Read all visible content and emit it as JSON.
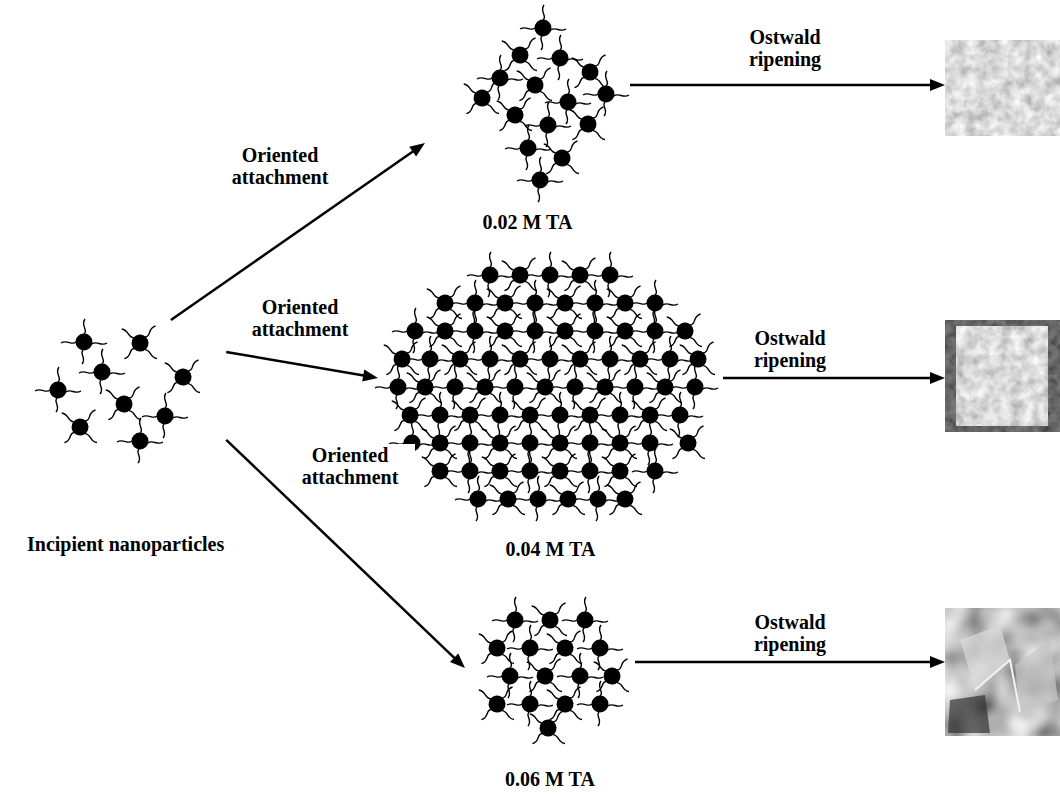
{
  "diagram": {
    "nodes": [
      {
        "text": [
          "Incipient nanoparticles"
        ]
      },
      {
        "text": [
          "0.02 M TA"
        ]
      },
      {
        "text": [
          "0.04 M TA"
        ]
      },
      {
        "text": [
          "0.06 M TA"
        ]
      },
      {
        "text": []
      },
      {
        "text": []
      },
      {
        "text": []
      }
    ],
    "edges": [
      {
        "from": 0,
        "to": 1,
        "label": "Oriented attachment",
        "arrow": "to"
      },
      {
        "from": 0,
        "to": 2,
        "label": "Oriented attachment",
        "arrow": "to"
      },
      {
        "from": 0,
        "to": 3,
        "label": "Oriented attachment",
        "arrow": "to"
      },
      {
        "from": 1,
        "to": 4,
        "label": "Ostwald ripening",
        "arrow": "to"
      },
      {
        "from": 2,
        "to": 5,
        "label": "Ostwald ripening",
        "arrow": "to"
      },
      {
        "from": 3,
        "to": 6,
        "label": "Ostwald ripening",
        "arrow": "to"
      }
    ]
  }
}
